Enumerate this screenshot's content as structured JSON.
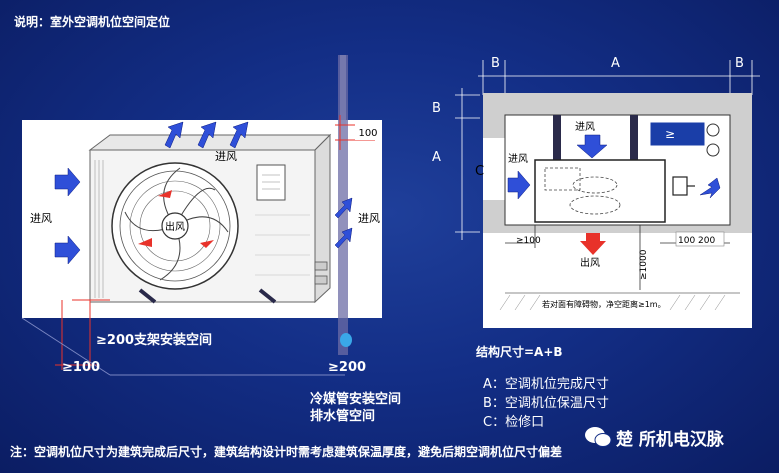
{
  "title": "说明：室外空调机位空间定位",
  "left_diagram": {
    "label_inlet_left": "进风",
    "label_inlet_top": "进风",
    "label_inlet_right": "进风",
    "label_outlet_center": "出风",
    "dim_top_right": "100",
    "label_bracket_space": "≥200支架安装空间",
    "dim_bottom_left": "≥100",
    "dim_bottom_right": "≥200",
    "label_pipe_space_1": "冷媒管安装空间",
    "label_pipe_space_2": "排水管空间"
  },
  "right_diagram": {
    "dim_A_top": "A",
    "dim_B_top_left": "B",
    "dim_B_top_right": "B",
    "dim_B_side": "B",
    "dim_A_side": "A",
    "dim_C_side": "C",
    "label_inlet_top": "进风",
    "label_inlet_left": "进风",
    "label_outlet": "出风",
    "dim_100_left": "≥100",
    "dim_100_200": "100 200",
    "dim_1000": "≥1000",
    "obstacle_note": "若对面有障碍物，净空距离≥1m。",
    "control_panel_text": "≥"
  },
  "structure_label": "结构尺寸=A+B",
  "legend": [
    "A：空调机位完成尺寸",
    "B：空调机位保温尺寸",
    "C：检修口"
  ],
  "note": "注：空调机位尺寸为建筑完成后尺寸，建筑结构设计时需考虑建筑保温厚度，避免后期空调机位尺寸偏差",
  "watermark": "楚        所机电汉脉",
  "colors": {
    "background": "#132e86",
    "arrow_blue": "#2f4fd8",
    "arrow_red": "#e8322a",
    "dim_red": "#e8322a"
  }
}
